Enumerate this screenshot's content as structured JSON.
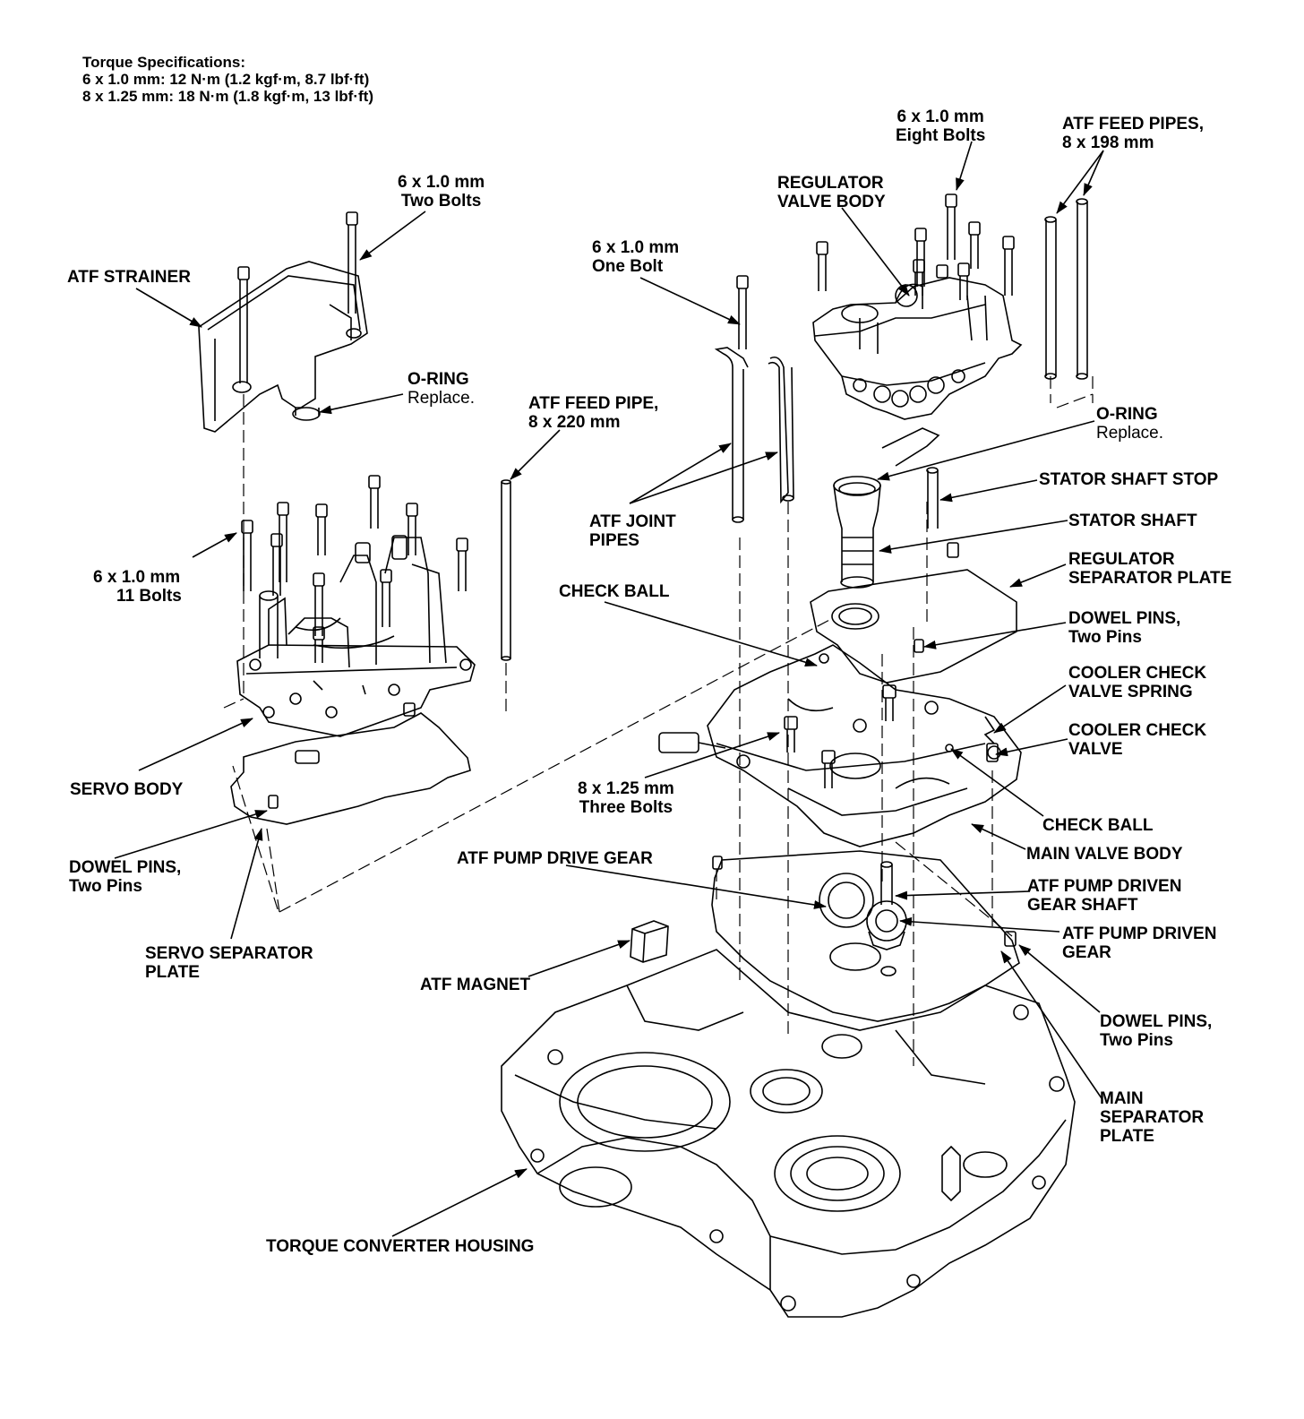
{
  "torque_specs": {
    "heading": "Torque Specifications:",
    "lines": [
      "6 x 1.0 mm: 12 N·m (1.2 kgf·m, 8.7 lbf·ft)",
      "8 x 1.25 mm: 18 N·m (1.8 kgf·m, 13 lbf·ft)"
    ]
  },
  "labels": {
    "bolts_eight": [
      "6 x 1.0 mm",
      "Eight Bolts"
    ],
    "feed_pipes_198": [
      "ATF FEED PIPES,",
      "8 x 198 mm"
    ],
    "regulator_valve_body": [
      "REGULATOR",
      "VALVE BODY"
    ],
    "bolts_two_strainer": [
      "6 x 1.0 mm",
      "Two Bolts"
    ],
    "bolt_one": [
      "6 x 1.0 mm",
      "One Bolt"
    ],
    "atf_strainer": [
      "ATF STRAINER"
    ],
    "oring_strainer": [
      "O-RING",
      "Replace."
    ],
    "feed_pipe_220": [
      "ATF FEED PIPE,",
      "8 x 220 mm"
    ],
    "oring_stator": [
      "O-RING",
      "Replace."
    ],
    "stator_shaft_stop": [
      "STATOR SHAFT STOP"
    ],
    "atf_joint_pipes": [
      "ATF JOINT",
      "PIPES"
    ],
    "stator_shaft": [
      "STATOR SHAFT"
    ],
    "bolts_eleven": [
      "6 x 1.0 mm",
      "11 Bolts"
    ],
    "regulator_separator_plate": [
      "REGULATOR",
      "SEPARATOR PLATE"
    ],
    "check_ball_upper": [
      "CHECK BALL"
    ],
    "dowel_pins_regulator": [
      "DOWEL PINS,",
      "Two Pins"
    ],
    "cooler_check_valve_spring": [
      "COOLER CHECK",
      "VALVE SPRING"
    ],
    "cooler_check_valve": [
      "COOLER CHECK",
      "VALVE"
    ],
    "bolts_three": [
      "8 x 1.25 mm",
      "Three Bolts"
    ],
    "servo_body": [
      "SERVO BODY"
    ],
    "check_ball_lower": [
      "CHECK BALL"
    ],
    "dowel_pins_servo": [
      "DOWEL PINS,",
      "Two Pins"
    ],
    "main_valve_body": [
      "MAIN VALVE BODY"
    ],
    "atf_pump_drive_gear": [
      "ATF PUMP DRIVE GEAR"
    ],
    "atf_pump_driven_gear_shaft": [
      "ATF PUMP DRIVEN",
      "GEAR SHAFT"
    ],
    "atf_pump_driven_gear": [
      "ATF PUMP DRIVEN",
      "GEAR"
    ],
    "servo_separator_plate": [
      "SERVO SEPARATOR",
      "PLATE"
    ],
    "atf_magnet": [
      "ATF MAGNET"
    ],
    "dowel_pins_main": [
      "DOWEL PINS,",
      "Two Pins"
    ],
    "main_separator_plate": [
      "MAIN",
      "SEPARATOR",
      "PLATE"
    ],
    "torque_converter_housing": [
      "TORQUE CONVERTER HOUSING"
    ]
  }
}
